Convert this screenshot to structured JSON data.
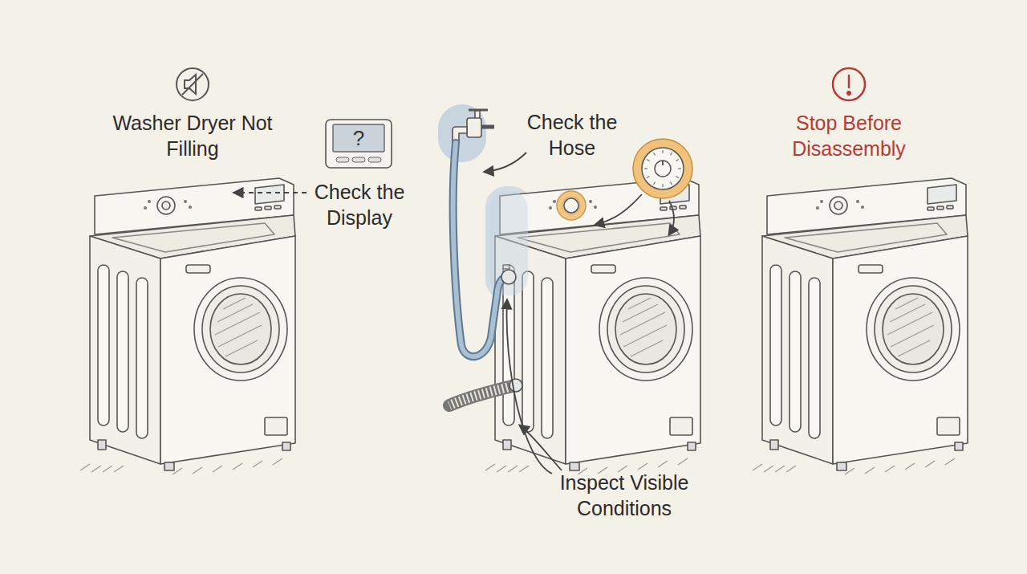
{
  "diagram": {
    "nodes": [
      {
        "text": [
          "?"
        ]
      }
    ],
    "labels": [
      "Washer Dryer Not Filling",
      "Check the Display",
      "Check the Hose",
      "Inspect Visible Conditions",
      "Stop Before Disassembly"
    ]
  }
}
